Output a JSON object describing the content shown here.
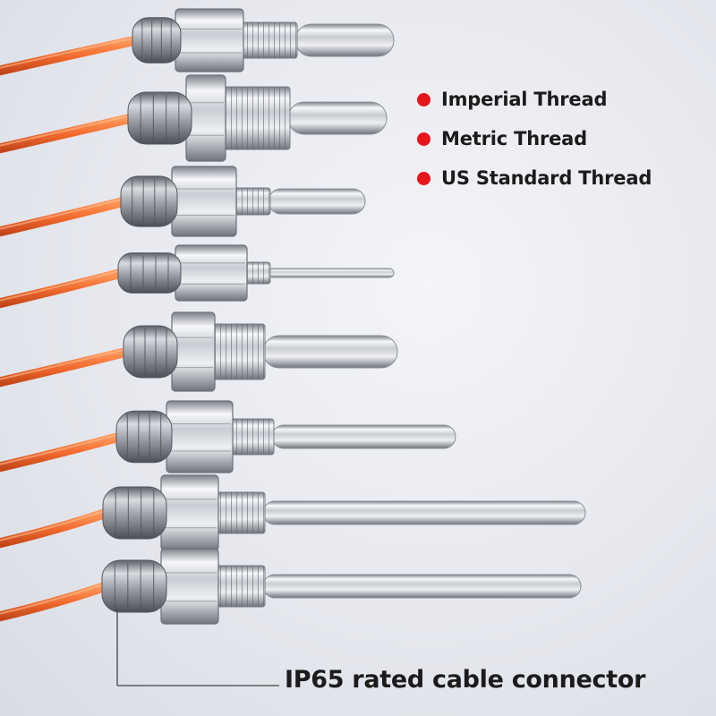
{
  "thread_types": [
    {
      "label": "Imperial Thread"
    },
    {
      "label": "Metric Thread"
    },
    {
      "label": "US Standard Thread"
    }
  ],
  "callout": {
    "label": "IP65 rated cable connector"
  },
  "colors": {
    "bullet": "#e8141b",
    "cable": "#f26a2e",
    "text": "#1b1b1b"
  }
}
